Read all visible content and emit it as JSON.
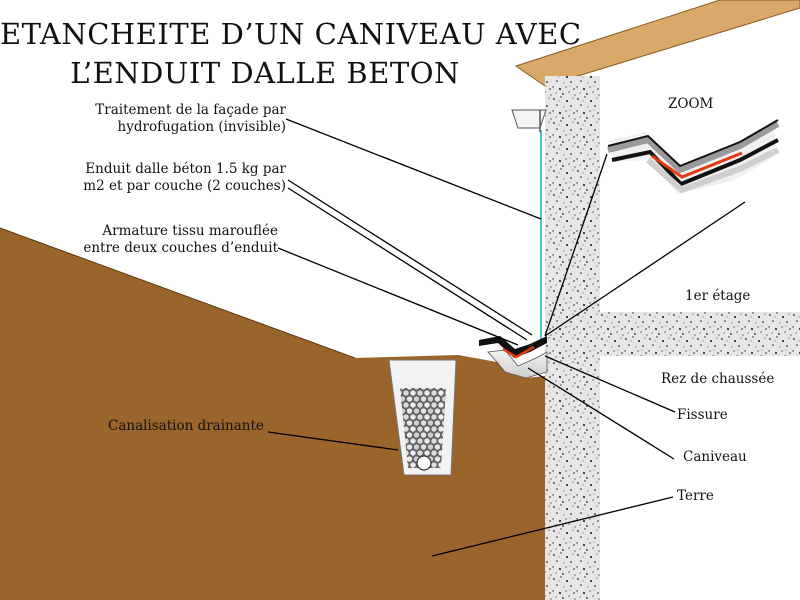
{
  "title": {
    "line1": "ETANCHEITE D’UN CANIVEAU AVEC",
    "line2": "L’ENDUIT DALLE BETON"
  },
  "labels": {
    "facade_treatment": [
      "Traitement de la façade par",
      "hydrofugation (invisible)"
    ],
    "coating": [
      "Enduit dalle béton 1.5 kg par",
      "m2 et par couche (2 couches)"
    ],
    "mesh": [
      "Armature tissu marouflée",
      "entre deux couches d’enduit"
    ],
    "drain": "Canalisation drainante",
    "zoom": "ZOOM",
    "first_floor": "1er étage",
    "ground_floor": "Rez de chaussée",
    "crack": "Fissure",
    "gutter": "Caniveau",
    "soil": "Terre"
  },
  "colors": {
    "soil": "#99652a",
    "concrete": "#d9d9d9",
    "roof": "#d9a96a",
    "coating_red": "#e33a12",
    "facade_blue": "#49c6d6",
    "leader": "#000000"
  }
}
